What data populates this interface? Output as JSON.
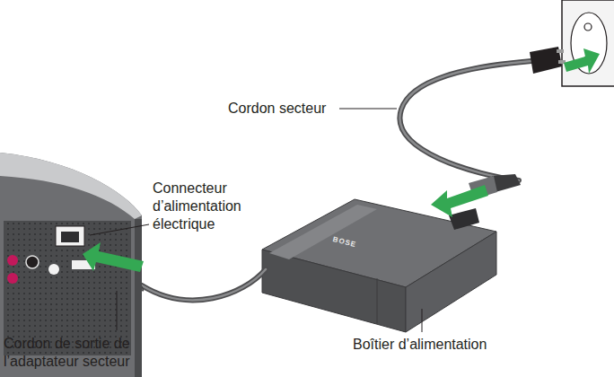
{
  "diagram": {
    "labels": [
      "Cordon secteur",
      "Connecteur d’alimentation électrique",
      "Cordon de sortie de l’adaptateur secteur",
      "Boîtier d’alimentation",
      "BOSE"
    ]
  }
}
